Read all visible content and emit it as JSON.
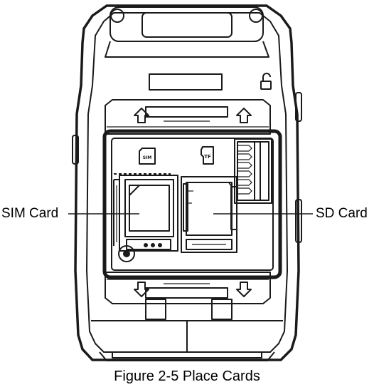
{
  "labels": {
    "sim_card": "SIM Card",
    "sd_card": "SD Card",
    "sim_slot": "SIM",
    "tf_slot": "TF"
  },
  "caption": "Figure 2-5 Place Cards"
}
